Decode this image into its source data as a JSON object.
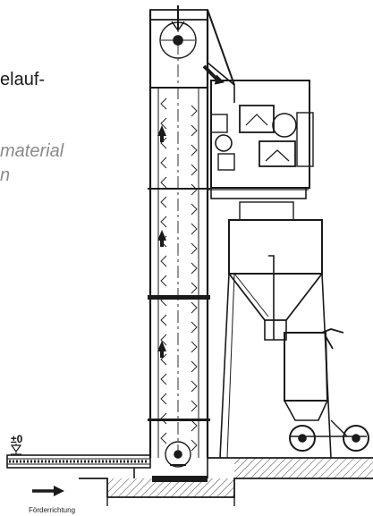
{
  "texts": {
    "heading_fragment": "elauf-",
    "italic_line_1": "material",
    "italic_line_2": "n",
    "level_mark": "±0",
    "conveying_direction": "Förderrichtung"
  },
  "colors": {
    "ink": "#1a1a1a",
    "italic_text": "#8a8a8a",
    "background": "#ffffff"
  },
  "icons": {
    "level": "level-triangle-icon",
    "direction": "arrow-right-icon",
    "flow": "arrow-up-icon"
  }
}
